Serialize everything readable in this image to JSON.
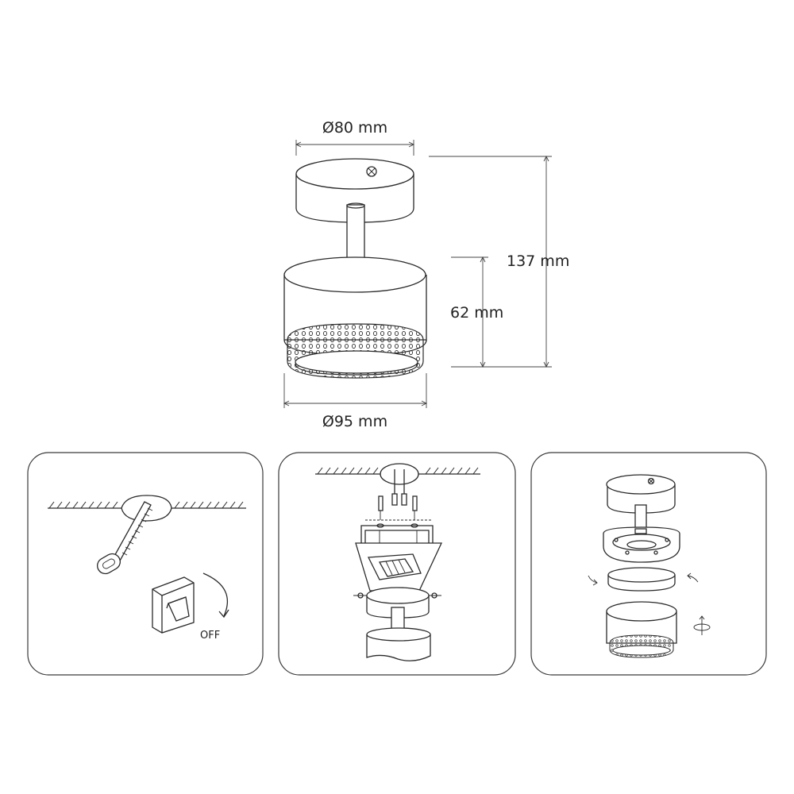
{
  "dimensions": {
    "top_diameter": "Ø80 mm",
    "bottom_diameter": "Ø95 mm",
    "total_height": "137 mm",
    "shade_height": "62 mm"
  },
  "steps": {
    "step1": {
      "switch_label": "OFF"
    }
  }
}
